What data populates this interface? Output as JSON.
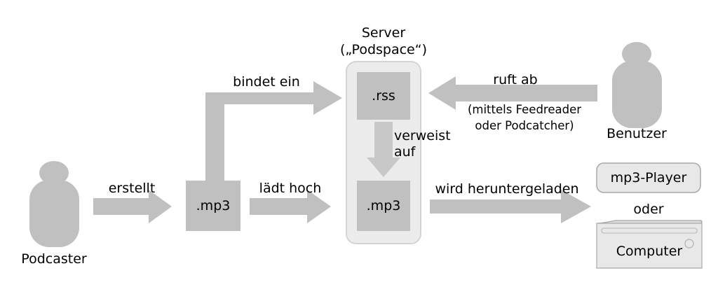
{
  "diagram": {
    "title_line1": "Server",
    "title_line2": "(„Podspace“)",
    "actors": {
      "podcaster": "Podcaster",
      "benutzer": "Benutzer"
    },
    "nodes": {
      "mp3_local": ".mp3",
      "server_rss": ".rss",
      "server_mp3": ".mp3",
      "mp3_player": "mp3-Player",
      "oder": "oder",
      "computer": "Computer"
    },
    "edges": {
      "erstellt": "erstellt",
      "laedt_hoch": "lädt hoch",
      "bindet_ein": "bindet ein",
      "verweist_auf_line1": "verweist",
      "verweist_auf_line2": "auf",
      "ruft_ab": "ruft ab",
      "ruft_ab_note_line1": "(mittels Feedreader",
      "ruft_ab_note_line2": "oder Podcatcher)",
      "wird_heruntergeladen": "wird heruntergeladen"
    },
    "colors": {
      "shape_gray": "#c0c0c0",
      "panel_gray": "#ececec",
      "panel_border": "#d4d4d4",
      "device_fill": "#e8e8e8",
      "device_border": "#a8a8a8",
      "device_top": "#dcdcdc",
      "text": "#000000",
      "background": "#ffffff"
    }
  }
}
